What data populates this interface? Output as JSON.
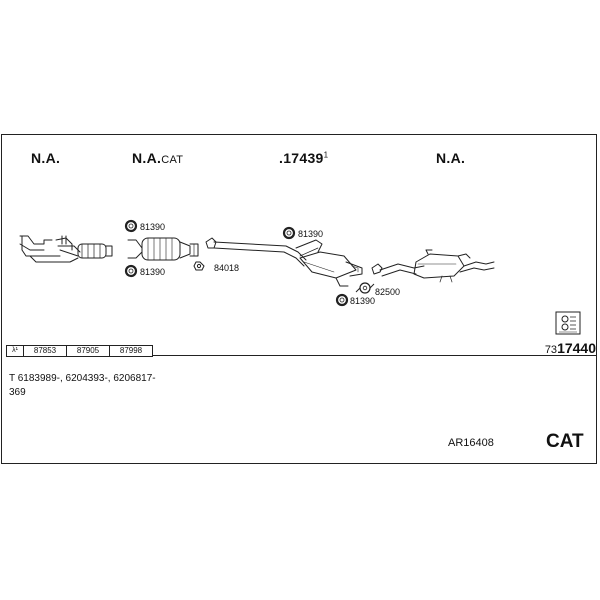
{
  "header_labels": {
    "label_1": "N.A.",
    "label_2_main": "N.A.",
    "label_2_suffix": "CAT",
    "label_3": ".17439",
    "label_3_sup": "1",
    "label_4": "N.A."
  },
  "part_numbers": {
    "clamp_upper_1": "81390",
    "clamp_lower_1": "81390",
    "gasket_1": "84018",
    "clamp_upper_2": "81390",
    "bracket_1": "82500",
    "clamp_lower_2": "81390"
  },
  "reference_table": {
    "lambda_label": "λ¹",
    "numbers": [
      "87853",
      "87905",
      "87998"
    ]
  },
  "kit_code": {
    "prefix": "73",
    "main": "17440"
  },
  "oem_text": {
    "line1": "T 6183989-, 6204393-, 6206817-",
    "line2": "369"
  },
  "article_number": "AR16408",
  "type_code": "CAT"
}
